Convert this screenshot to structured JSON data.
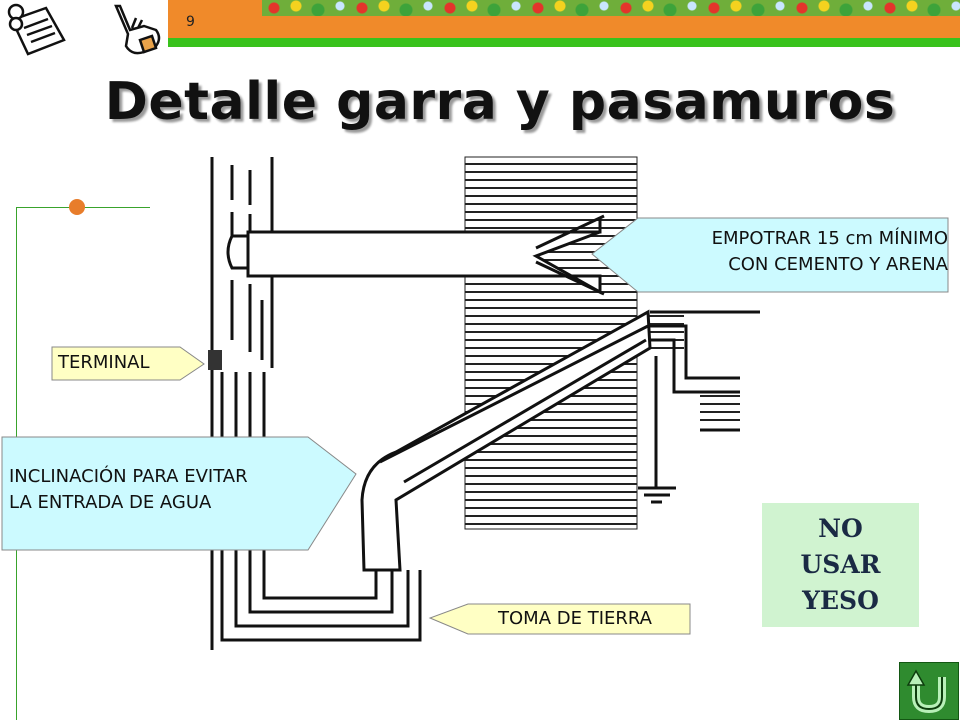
{
  "page_number": "9",
  "title": "Detalle garra y pasamuros",
  "callouts": {
    "empotrar_line1": "EMPOTRAR 15 cm MÍNIMO",
    "empotrar_line2": "CON CEMENTO Y ARENA",
    "terminal": "TERMINAL",
    "inclinacion_line1": "INCLINACIÓN PARA EVITAR",
    "inclinacion_line2": "LA ENTRADA DE AGUA",
    "toma_tierra": "TOMA DE TIERRA"
  },
  "note": {
    "line1": "NO",
    "line2": "USAR",
    "line3": "YESO"
  },
  "icons": [
    "notepad-icon",
    "hand-icon",
    "u-turn-icon"
  ],
  "colors": {
    "header_orange": "#f08a2a",
    "header_green": "#39c21c",
    "callout_fill": "#ccfaff",
    "note_fill": "#d0f3d0",
    "back_button": "#2f8b2f"
  }
}
